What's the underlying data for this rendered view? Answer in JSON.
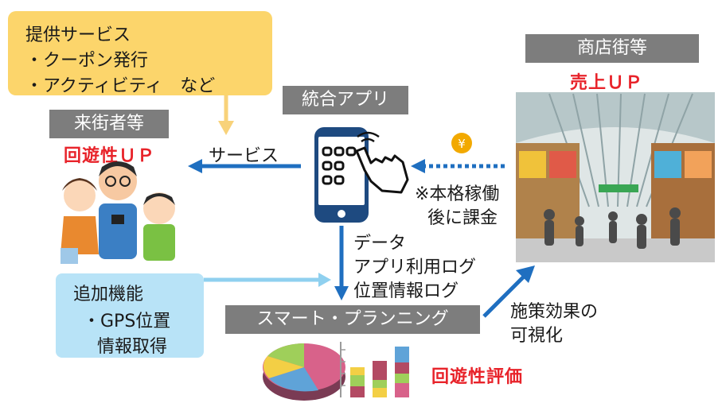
{
  "services_box": {
    "title": "提供サービス",
    "items": [
      "・クーポン発行",
      "・アクティビティ　など"
    ]
  },
  "visitors": {
    "label": "来街者等",
    "result": "回遊性ＵＰ"
  },
  "integrated_app": {
    "label": "統合アプリ"
  },
  "shopping_street": {
    "label": "商店街等",
    "result": "売上ＵＰ"
  },
  "service_arrow": {
    "label": "サービス"
  },
  "payment": {
    "symbol": "¥",
    "note_line1": "※本格稼働",
    "note_line2": "後に課金"
  },
  "data_flow": {
    "line1": "データ",
    "line2": "アプリ利用ログ",
    "line3": "位置情報ログ"
  },
  "additional_box": {
    "title": "追加機能",
    "line1": "・GPS位置",
    "line2": "情報取得"
  },
  "smart_planning": {
    "label": "スマート・プランニング"
  },
  "evaluation": {
    "label": "回遊性評価"
  },
  "visualization": {
    "line1": "施策効果の",
    "line2": "可視化"
  },
  "colors": {
    "arrow_blue": "#1f6fc0",
    "light_blue_arrow": "#8fd0ef",
    "yellow_arrow": "#f8d27a",
    "red_text": "#e8232a",
    "label_gray": "#7d7d7d",
    "yen_badge": "#f2a900"
  },
  "icons": [
    "phone-app-icon",
    "tapping-hand-icon",
    "family-illustration",
    "shopping-arcade-illustration",
    "pie-chart-icon",
    "bar-chart-icon",
    "yen-coin-icon"
  ]
}
